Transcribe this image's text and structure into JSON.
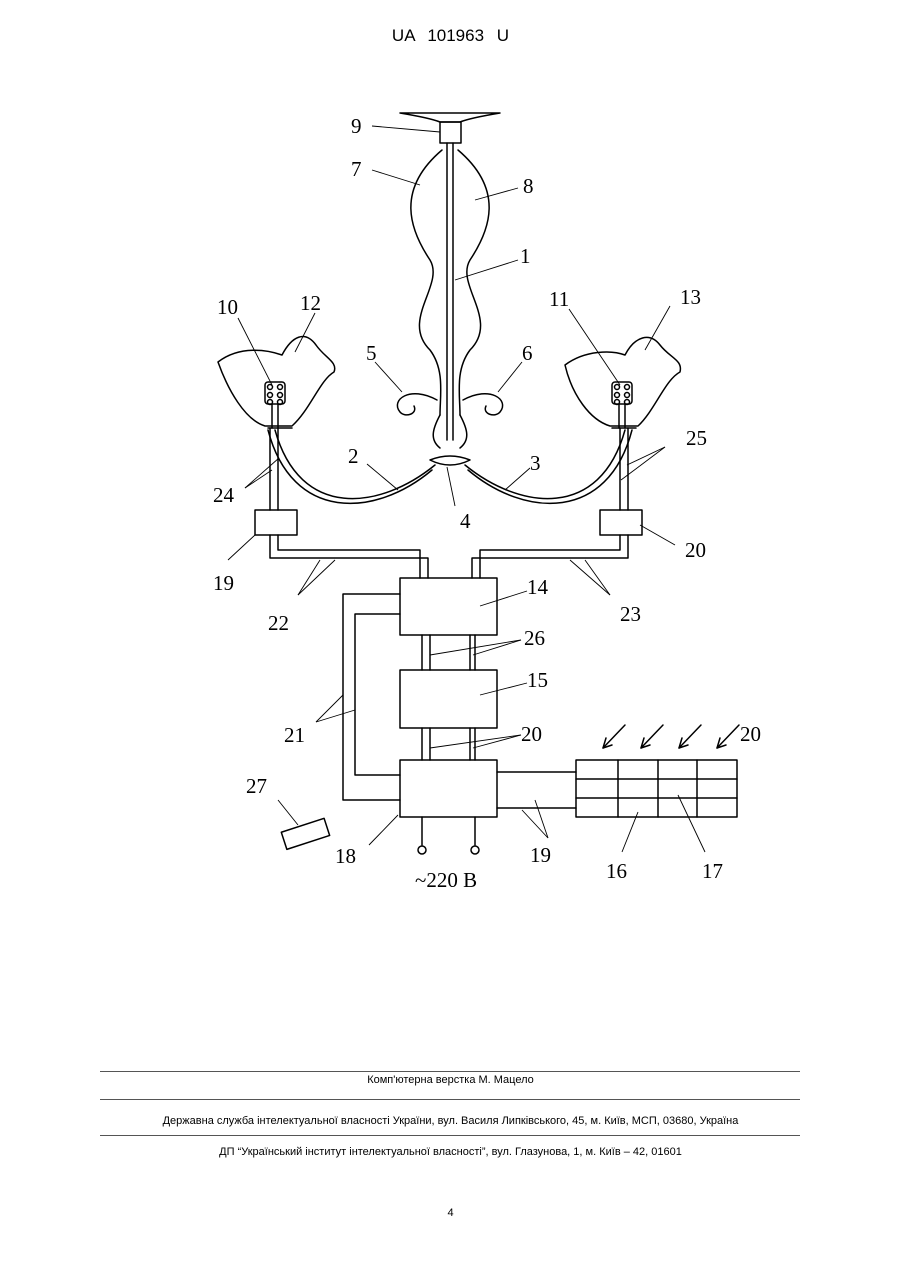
{
  "header": {
    "patent_number": "UA   101963   U"
  },
  "figure": {
    "labels": [
      "1",
      "2",
      "3",
      "4",
      "5",
      "6",
      "7",
      "8",
      "9",
      "10",
      "11",
      "12",
      "13",
      "14",
      "15",
      "16",
      "17",
      "18",
      "19",
      "19",
      "20",
      "20",
      "21",
      "22",
      "23",
      "24",
      "25",
      "26",
      "20",
      "27"
    ],
    "supply_label": "~220 B"
  },
  "footer": {
    "layout_credit": "Комп'ютерна верстка М. Мацело",
    "agency": "Державна служба інтелектуальної власності України, вул. Василя Липківського, 45, м. Київ, МСП, 03680, Україна",
    "institute": "ДП “Український інститут інтелектуальної власності”, вул. Глазунова, 1, м. Київ – 42, 01601"
  },
  "page_number": "4"
}
